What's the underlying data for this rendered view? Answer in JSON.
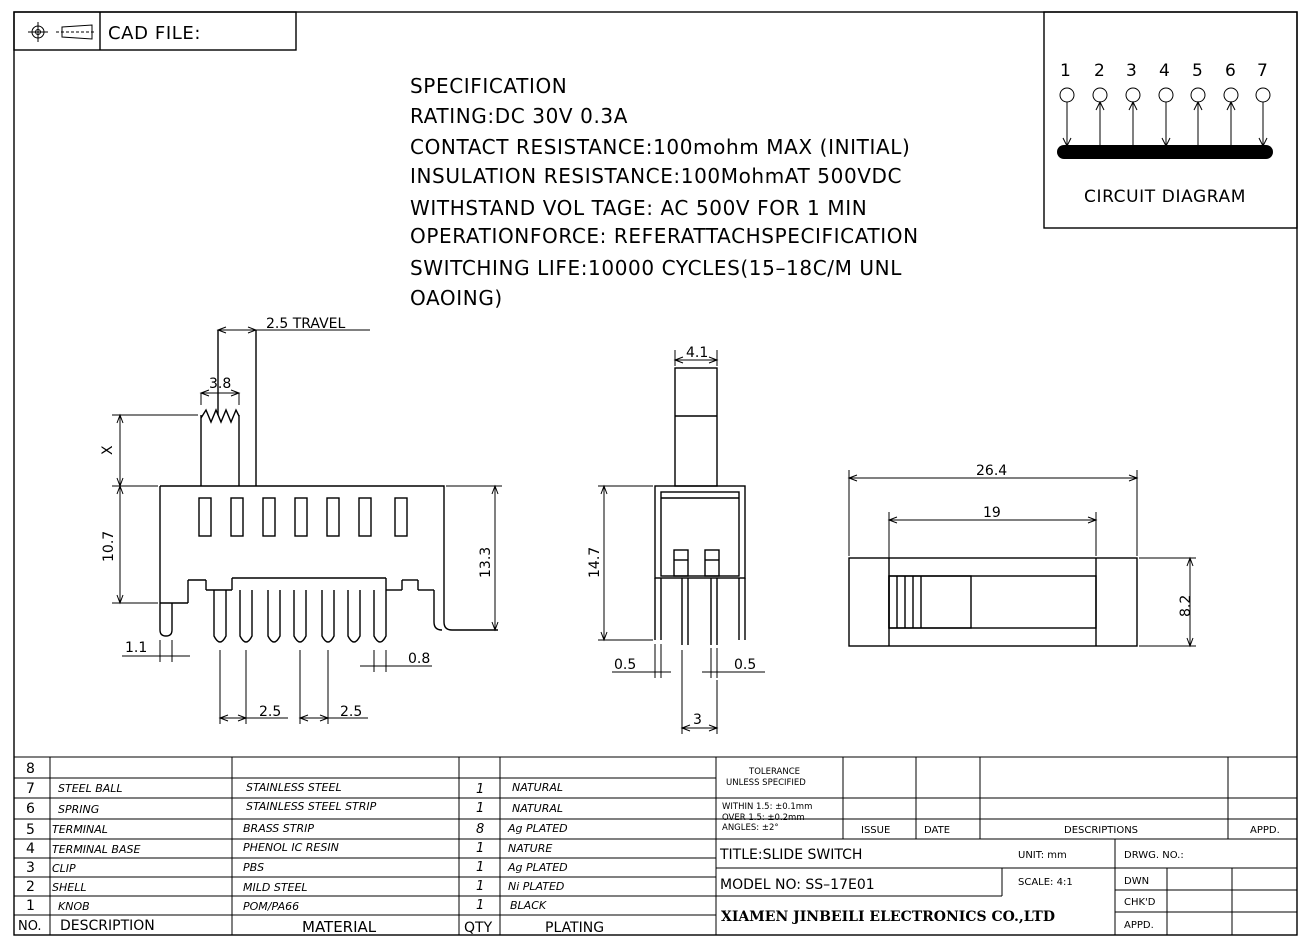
{
  "header": {
    "cad_file_label": "CAD FILE:"
  },
  "specification": {
    "lines": [
      "SPECIFICATION",
      "RATING:DC  30V  0.3A",
      "CONTACT  RESISTANCE:100mohm  MAX  (INITIAL)",
      "INSULATION  RESISTANCE:100MohmAT  500VDC",
      "WITHSTAND  VOL TAGE: AC  500V  FOR  1  MIN",
      "OPERATIONFORCE: REFERATTACHSPECIFICATION",
      "SWITCHING  LIFE:10000  CYCLES(15–18C/M  UNL",
      "OAOING)"
    ]
  },
  "circuit": {
    "pins": [
      "1",
      "2",
      "3",
      "4",
      "5",
      "6",
      "7"
    ],
    "label": "CIRCUIT  DIAGRAM"
  },
  "dimensions": {
    "side": {
      "travel": "2.5  TRAVEL",
      "w38": "3.8",
      "x": "X",
      "h107": "10.7",
      "h133": "13.3",
      "d11": "1.1",
      "d08": "0.8",
      "p1": "2.5",
      "p2": "2.5"
    },
    "front": {
      "w41": "4.1",
      "h147": "14.7",
      "d05a": "0.5",
      "d05b": "0.5",
      "d3": "3"
    },
    "top": {
      "w264": "26.4",
      "w19": "19",
      "h82": "8.2"
    }
  },
  "bom": {
    "rows": [
      {
        "no": "8",
        "desc": "",
        "mat": "",
        "qty": "",
        "plating": ""
      },
      {
        "no": "7",
        "desc": "STEEL  BALL",
        "mat": "STAINLESS  STEEL",
        "qty": "1",
        "plating": "NATURAL"
      },
      {
        "no": "6",
        "desc": "SPRING",
        "mat": "STAINLESS  STEEL  STRIP",
        "qty": "1",
        "plating": "NATURAL"
      },
      {
        "no": "5",
        "desc": "TERMINAL",
        "mat": "BRASS  STRIP",
        "qty": "8",
        "plating": "Ag  PLATED"
      },
      {
        "no": "4",
        "desc": "TERMINAL  BASE",
        "mat": "PHENOL  IC  RESIN",
        "qty": "1",
        "plating": "NATURE"
      },
      {
        "no": "3",
        "desc": "CLIP",
        "mat": "PBS",
        "qty": "1",
        "plating": "Ag  PLATED"
      },
      {
        "no": "2",
        "desc": "SHELL",
        "mat": "MILD  STEEL",
        "qty": "1",
        "plating": "Ni  PLATED"
      },
      {
        "no": "1",
        "desc": "KNOB",
        "mat": "POM/PA66",
        "qty": "1",
        "plating": "BLACK"
      }
    ],
    "header": {
      "no": "NO.",
      "desc": "DESCRIPTION",
      "mat": "MATERIAL",
      "qty": "QTY",
      "plating": "PLATING"
    }
  },
  "title_block": {
    "tolerance_1": "TOLERANCE",
    "tolerance_2": "UNLESS  SPECIFIED",
    "within": "WITHIN  1.5: ±0.1mm",
    "over": "OVER  1.5:  ±0.2mm",
    "angles": "ANGLES: ±2°",
    "issue": "ISSUE",
    "date": "DATE",
    "descriptions": "DESCRIPTIONS",
    "appd_col": "APPD.",
    "title": "TITLE:SLIDE  SWITCH",
    "unit": "UNIT: mm",
    "drwg": "DRWG.  NO.:",
    "model": "MODEL  NO: SS–17E01",
    "scale": "SCALE: 4:1",
    "dwn": "DWN",
    "chkd": "CHK'D",
    "appd": "APPD.",
    "company": "XIAMEN JINBEILI ELECTRONICS CO.,LTD"
  }
}
